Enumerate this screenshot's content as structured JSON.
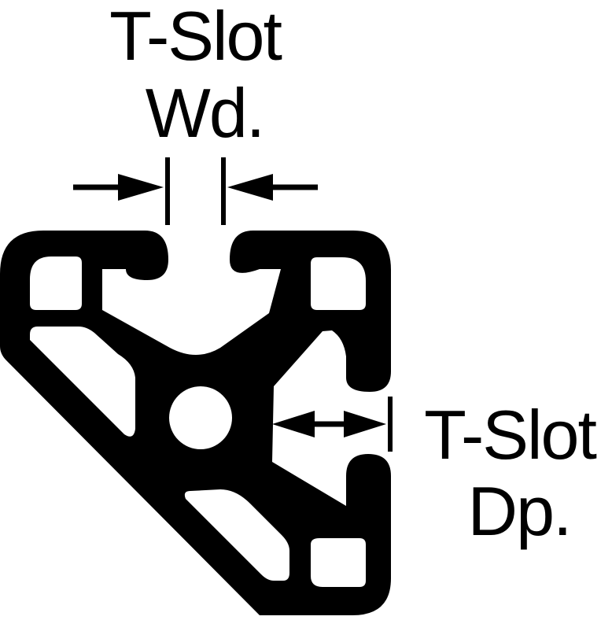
{
  "diagram": {
    "slot_width_label": {
      "line1": "T-Slot",
      "line2": "Wd."
    },
    "slot_depth_label": {
      "line1": "T-Slot",
      "line2": "Dp."
    }
  },
  "colors": {
    "profile": "#000000",
    "background": "#ffffff",
    "ink": "#000000"
  }
}
